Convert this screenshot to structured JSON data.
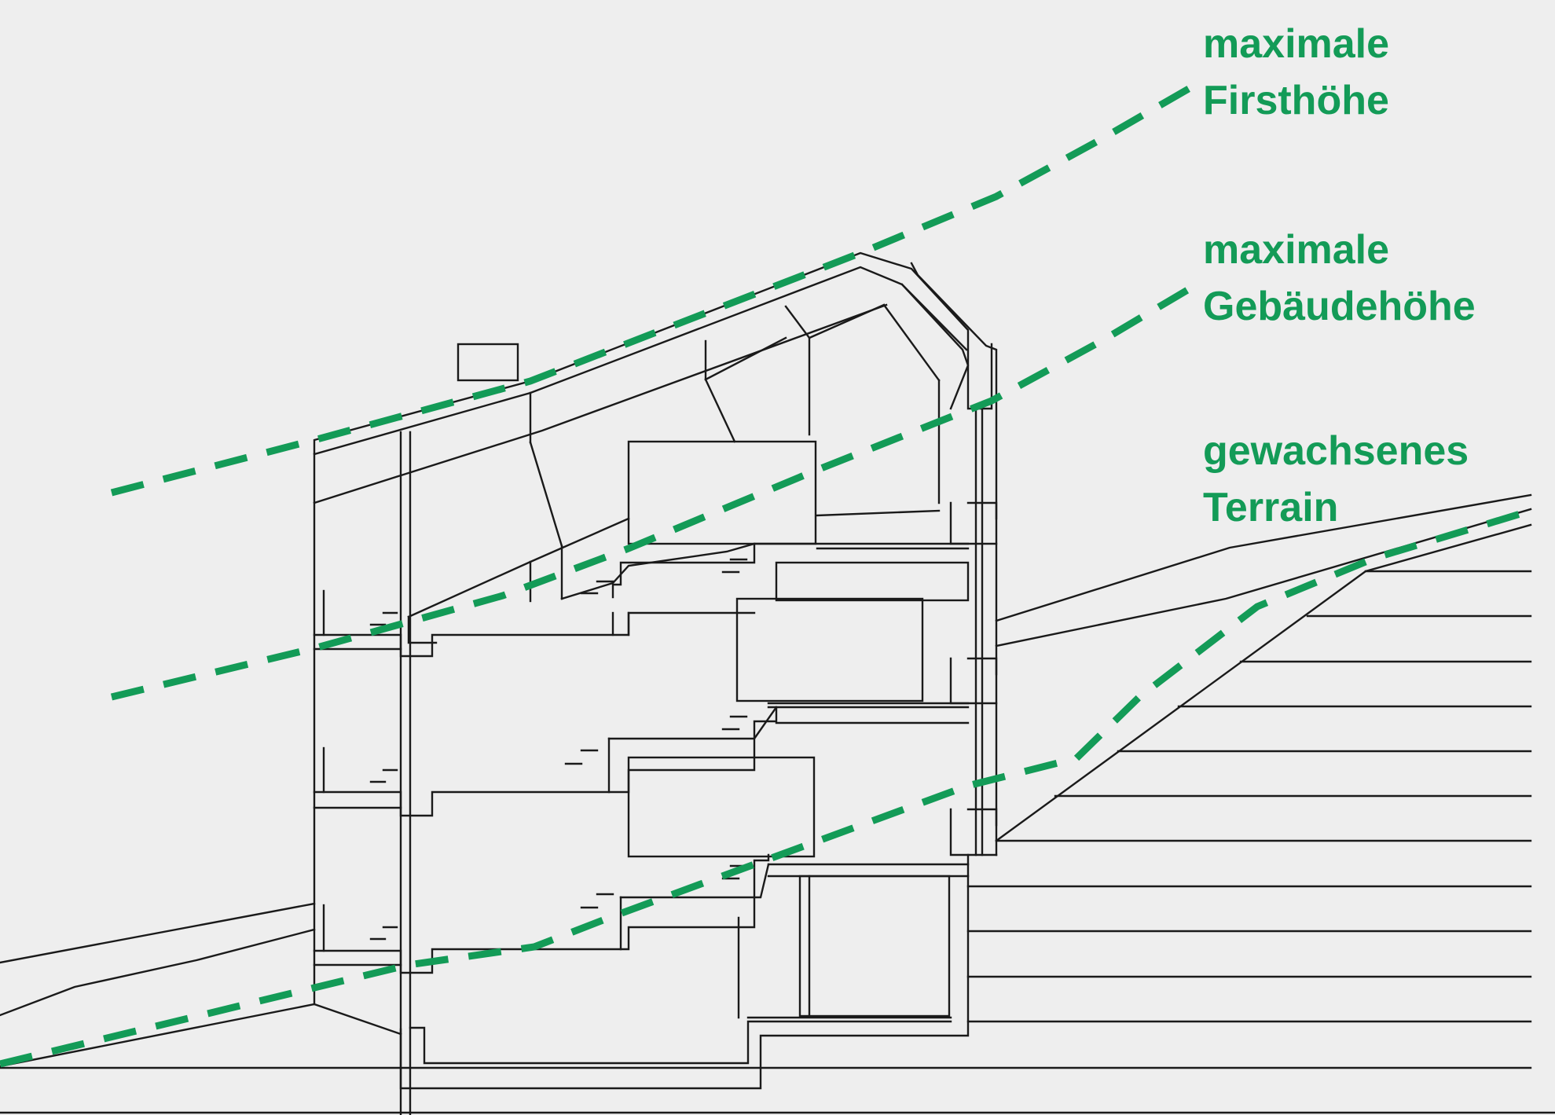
{
  "colors": {
    "background": "#eeeeee",
    "linework": "#1a1a1a",
    "accent_green": "#139b57"
  },
  "labels": {
    "firsthoehe": {
      "line1": "maximale",
      "line2": "Firsthöhe"
    },
    "gebaeudehoehe": {
      "line1": "maximale",
      "line2": "Gebäudehöhe"
    },
    "terrain": {
      "line1": "gewachsenes",
      "line2": "Terrain"
    }
  }
}
